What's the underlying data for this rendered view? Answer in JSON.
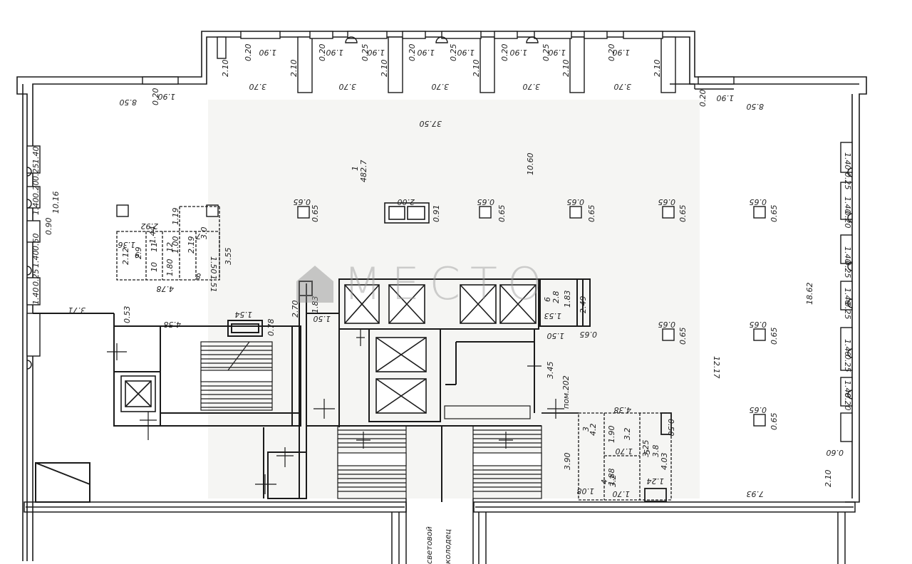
{
  "watermark": {
    "logo_icon": "house-logo-icon",
    "text": "МЕСТО",
    "color": "#9a9a9a"
  },
  "plan": {
    "main_area": {
      "number": "1",
      "area": "482.7"
    },
    "labels": {
      "overall_width": "37.50",
      "hall_depth": "10.60",
      "right_depth": "18.62",
      "right_segment": "12.17",
      "top_left_span": "8.50",
      "top_right_span": "8.50",
      "bay_width": "3.70",
      "pier_depth": "2.10",
      "pier_offset": "0.20",
      "pier_width": "1.90",
      "niche_width": "0.25",
      "column_size_a": "0.65",
      "column_size_b": "0.65",
      "opening_width": "2.00",
      "opening_depth": "0.91",
      "left_depth": "10.16",
      "left_window": "1.40",
      "left_pier": "0.25",
      "left_gap": "0.90",
      "left_edge": "0.20",
      "left_strip": "0.50",
      "right_window": "1.40",
      "right_pier": "0.25",
      "right_edge": "0.20",
      "right_bottom": "0.60",
      "right_low": "2.10",
      "lobby_width": "3.71",
      "lobby_depth": "0.53",
      "stair_width": "4.58",
      "stair_span": "1.54",
      "stair_side": "0.78",
      "core_height": "2.70",
      "core_gap": "1.83",
      "core_width": "1.50",
      "shaft_height": "3.45",
      "room_ref": "пом.202",
      "wc_block_width": "4.78",
      "wc_block_depth": "3.55",
      "wc_width": "2.92",
      "wc_top": "1.19",
      "room_9": "9",
      "room_9_area": "2.9",
      "room_7": "7",
      "room_7_area": "3.0",
      "room_8": "8",
      "room_10": "10",
      "room_11": "11",
      "room_12": "12",
      "small_a": "1.36",
      "small_b": "2.12",
      "small_c": "1.44",
      "small_d": "1.00",
      "small_e": "2.19",
      "small_f": "1.80",
      "small_g": "1.50",
      "small_h": "1.51",
      "room_6": "6",
      "room_6_area": "2.8",
      "room_6_a": "1.53",
      "room_6_b": "1.83",
      "room_6_c": "1.50",
      "room_6_d": "2.49",
      "room_6_e": "0.65",
      "rb_width": "4.38",
      "rb_height": "3.90",
      "rb_3": "3",
      "rb_3_area": "4.2",
      "rb_room_4": "4",
      "rb_room_4_area": "3.2",
      "rb_room_5": "5",
      "rb_room_5_area": "3.8",
      "rb_a": "1.90",
      "rb_b": "1.70",
      "rb_c": "3.25",
      "rb_d": "4.03",
      "rb_e": "1.88",
      "rb_f": "1.70",
      "rb_g": "1.24",
      "rb_h": "1.08",
      "rb_i": "3.2",
      "rb_j": "0.50",
      "bottom_right_span": "7.93",
      "caption_bottom_1": "световой",
      "caption_bottom_2": "колодец"
    }
  },
  "colors": {
    "line": "#1a1a1a",
    "fill": "#f7f7f5",
    "paper": "#ffffff"
  }
}
